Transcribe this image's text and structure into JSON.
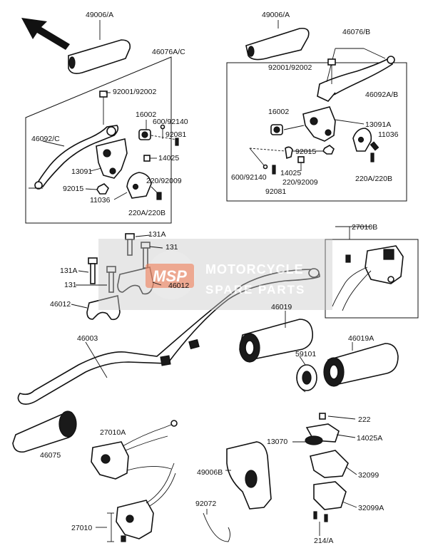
{
  "watermark": {
    "line1": "MOTORCYCLE",
    "line2": "SPARE PARTS",
    "logo_text": "MSP"
  },
  "labels": {
    "p49006a_left": "49006/A",
    "p46076ac": "46076A/C",
    "p92001_left": "92001/92002",
    "p16002_left": "16002",
    "p600_left": "600/92140",
    "p92081_left": "92081",
    "p46092c": "46092/C",
    "p14025_left": "14025",
    "p13091": "13091",
    "p220_92009_left": "220/92009",
    "p92015_left": "92015",
    "p11036_left": "11036",
    "p220a220b_left": "220A/220B",
    "p49006a_right": "49006/A",
    "p46076b": "46076/B",
    "p92001_right": "92001/92002",
    "p46092ab": "46092A/B",
    "p16002_right": "16002",
    "p13091a": "13091A",
    "p11036_right": "11036",
    "p92015_right": "92015",
    "p14025_right": "14025",
    "p600_right": "600/92140",
    "p220_92009_right": "220/92009",
    "p92081_right": "92081",
    "p220a220b_right": "220A/220B",
    "p131a_top": "131A",
    "p131_top": "131",
    "p131a_mid": "131A",
    "p131_mid": "131",
    "p46012_right": "46012",
    "p46012_left": "46012",
    "p27010b": "27010B",
    "p46003": "46003",
    "p46019": "46019",
    "p46019a": "46019A",
    "p59101": "59101",
    "p46075": "46075",
    "p27010a": "27010A",
    "p49006b": "49006B",
    "p222": "222",
    "p13070": "13070",
    "p14025a": "14025A",
    "p32099": "32099",
    "p92072": "92072",
    "p32099a": "32099A",
    "p27010": "27010",
    "p214a": "214/A"
  }
}
